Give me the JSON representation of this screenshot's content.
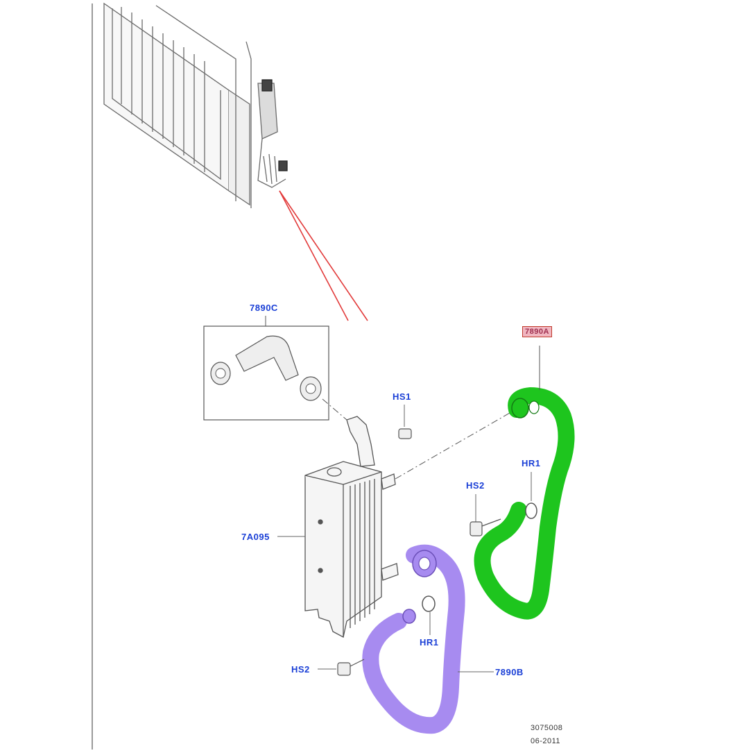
{
  "labels": {
    "hose_c": "7890C",
    "hose_a": "7890A",
    "hose_b": "7890B",
    "cooler": "7A095",
    "hs1": "HS1",
    "hs2_upper": "HS2",
    "hs2_lower": "HS2",
    "hr1_upper": "HR1",
    "hr1_lower": "HR1"
  },
  "reference": {
    "code": "3075008",
    "date": "06-2011"
  },
  "colors": {
    "highlight_green": "#1ec51e",
    "highlight_purple": "#a78bf0",
    "callout_blue": "#1a3fd6",
    "leader_red": "#e23a3a",
    "outline": "#4a4a4a"
  }
}
